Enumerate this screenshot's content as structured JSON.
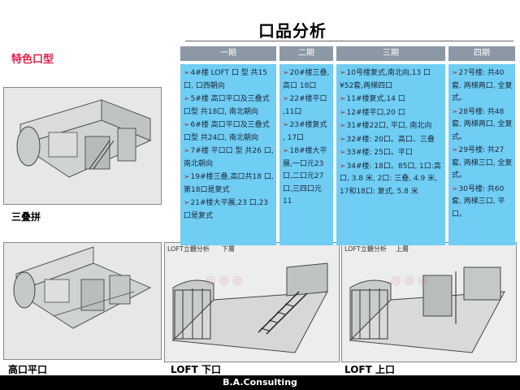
{
  "title": "口品分析",
  "feature_label": "特色口型",
  "captions": {
    "triplex": "三叠拼",
    "high_flat": "高口平口",
    "loft_lower": "LOFT 下口",
    "loft_upper": "LOFT 上口"
  },
  "image_labels": {
    "loft_lower_tag": "LOFT立體分析",
    "loft_lower_floor": "下層",
    "loft_upper_tag": "LOFT立體分析",
    "loft_upper_floor": "上層"
  },
  "periods": [
    {
      "header": "一期",
      "items": [
        "4#楼 LOFT 口 型 共15 口, 口西朝向",
        "5#楼 高口平口及三叠式口型 共18口, 南北朝向",
        "6#楼 高口平口及三叠式口型 共24口, 南北朝向",
        "7#楼 平口口 型 共26 口, 南北朝向",
        "19#楼三叠,高口共18 口,第18口是复式",
        "21#楼大平展,23 口,23 口是复式"
      ]
    },
    {
      "header": "二期",
      "items": [
        "20#楼三叠,高口 18口",
        "22#楼平口 ,11口",
        "23#楼复式 , 17口",
        "18#楼大平展,一口元23 口,二口元27 口,三四口元11"
      ]
    },
    {
      "header": "三期",
      "items": [
        "10号楼复式,南北向,13 口¥52套,两梯四口",
        "11#楼复式,14 口",
        "12#楼平口,20 口",
        "31#楼22口, 平口, 南北向",
        "32#楼: 20口。高口、三叠",
        "33#楼: 25口。平口",
        "34#楼: 18口。85口, 1口:高口, 3.8 米, 2口: 三叠, 4.9 米, 17和18口: 复式, 5.8 米"
      ]
    },
    {
      "header": "四期",
      "items": [
        "27号楼: 共40套, 两梯两口, 全复式。",
        "28号楼: 共48套, 两梯两口, 全复式。",
        "29号楼: 共27套, 两梯三口, 全复式。",
        "30号楼: 共60套, 两梯三口, 平口。"
      ]
    }
  ],
  "footer": "B.A.Consulting"
}
